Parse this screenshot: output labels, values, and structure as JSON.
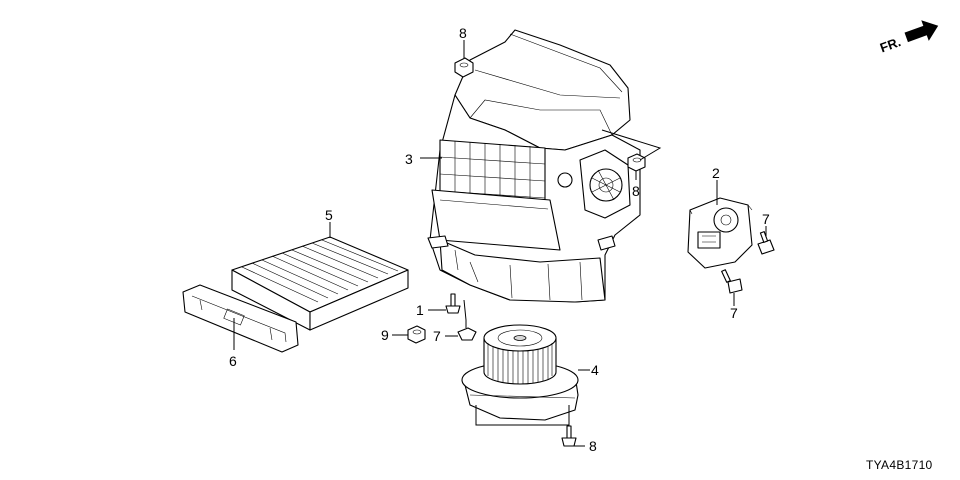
{
  "callouts": [
    {
      "id": "c1",
      "text": "1"
    },
    {
      "id": "c2",
      "text": "2"
    },
    {
      "id": "c3",
      "text": "3"
    },
    {
      "id": "c4",
      "text": "4"
    },
    {
      "id": "c5",
      "text": "5"
    },
    {
      "id": "c6",
      "text": "6"
    },
    {
      "id": "c7a",
      "text": "7"
    },
    {
      "id": "c7b",
      "text": "7"
    },
    {
      "id": "c7c",
      "text": "7"
    },
    {
      "id": "c8a",
      "text": "8"
    },
    {
      "id": "c8b",
      "text": "8"
    },
    {
      "id": "c8c",
      "text": "8"
    },
    {
      "id": "c9",
      "text": "9"
    }
  ],
  "direction_marker": "FR.",
  "diagram_code": "TYA4B1710"
}
